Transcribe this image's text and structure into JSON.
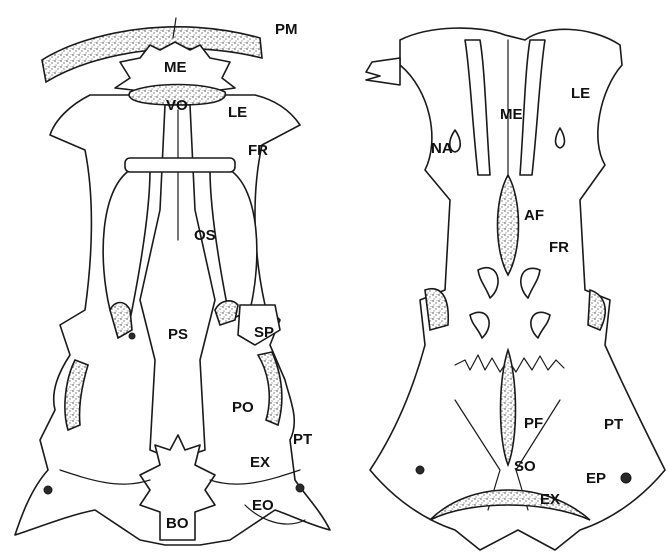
{
  "labels": {
    "left": {
      "pm": "PM",
      "me": "ME",
      "vo": "VO",
      "le": "LE",
      "fr": "FR",
      "os": "OS",
      "ps": "PS",
      "sp": "SP",
      "po": "PO",
      "pt": "PT",
      "ex": "EX",
      "eo": "EO",
      "bo": "BO"
    },
    "right": {
      "le": "LE",
      "me": "ME",
      "na": "NA",
      "af": "AF",
      "fr": "FR",
      "pf": "PF",
      "pt": "PT",
      "so": "SO",
      "ep": "EP",
      "ex": "EX"
    }
  }
}
